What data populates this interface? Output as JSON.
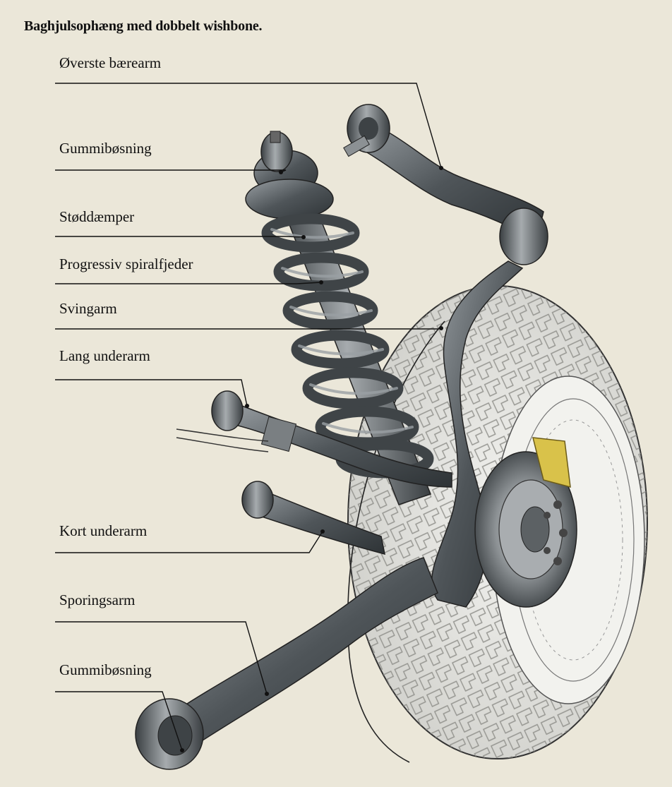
{
  "title": "Baghjulsophæng med dobbelt wishbone.",
  "labels": [
    {
      "id": "upper-arm",
      "text": "Øverste bærearm"
    },
    {
      "id": "bushing-top",
      "text": "Gummibøsning"
    },
    {
      "id": "shock-absorber",
      "text": "Støddæmper"
    },
    {
      "id": "coil-spring",
      "text": "Progressiv spiralfjeder"
    },
    {
      "id": "knuckle",
      "text": "Svingarm"
    },
    {
      "id": "long-lower-arm",
      "text": "Lang underarm"
    },
    {
      "id": "short-lower-arm",
      "text": "Kort underarm"
    },
    {
      "id": "trailing-arm",
      "text": "Sporingsarm"
    },
    {
      "id": "bushing-bottom",
      "text": "Gummibøsning"
    }
  ],
  "colors": {
    "background": "#ebe7d9",
    "metal": "#5f6468",
    "tire": "#e8e8e4",
    "caliper": "#d9c24a"
  }
}
